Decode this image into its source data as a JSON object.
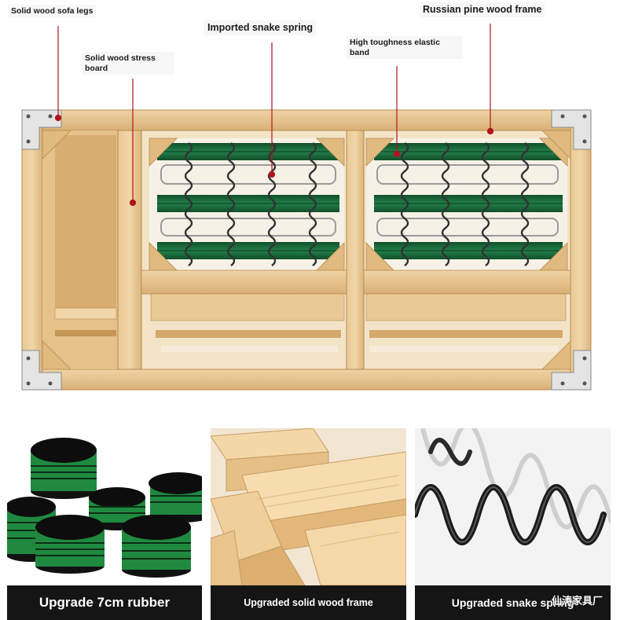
{
  "callouts": {
    "sofa_legs": "Solid wood sofa legs",
    "stress_board": "Solid wood stress board",
    "snake_spring": "Imported snake spring",
    "elastic_band": "High toughness elastic band",
    "pine_frame": "Russian pine wood frame"
  },
  "panels": [
    {
      "caption": "Upgrade 7cm rubber"
    },
    {
      "caption": "Upgraded solid wood frame"
    },
    {
      "caption": "Upgraded snake spring"
    }
  ],
  "watermark": "仙涛家具厂",
  "colors": {
    "pine": "#e3c08a",
    "pine_dark": "#c99a5b",
    "band_green": "#1e6b3c",
    "marker_red": "#b0141e",
    "caption_bg": "#151515"
  }
}
